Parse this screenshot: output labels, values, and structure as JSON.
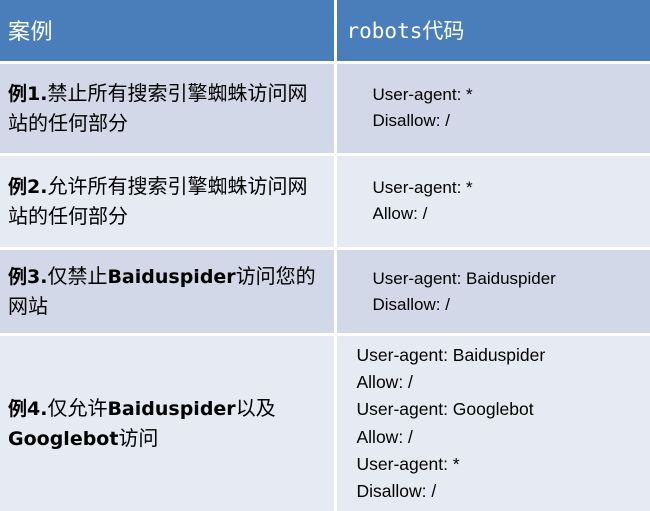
{
  "table": {
    "columns": [
      {
        "key": "case",
        "label": "案例"
      },
      {
        "key": "code",
        "label": "robots代码"
      }
    ],
    "rows": [
      {
        "index_label": "例1.",
        "case_text": "禁止所有搜索引擎蜘蛛访问网站的任何部分",
        "code_text": "User-agent: *\nDisallow: /",
        "shade": "dark"
      },
      {
        "index_label": "例2.",
        "case_text": "允许所有搜索引擎蜘蛛访问网站的任何部分",
        "code_text": "User-agent: *\nAllow: /",
        "shade": "light"
      },
      {
        "index_label": "例3.",
        "case_text": "仅禁止Baiduspider访问您的网站",
        "case_bold": "Baiduspider",
        "code_text": "User-agent: Baiduspider\nDisallow: /",
        "shade": "dark"
      },
      {
        "index_label": "例4.",
        "case_text": "仅允许Baiduspider以及Googlebot访问",
        "code_text": "User-agent: Baiduspider\nAllow: /\nUser-agent: Googlebot\nAllow: /\nUser-agent: *\nDisallow: /",
        "shade": "light"
      }
    ],
    "row_parts": {
      "r1_prefix": "例1.",
      "r1_rest": "禁止所有搜索引擎蜘蛛访问网站的任何部分",
      "r2_prefix": "例2.",
      "r2_rest": "允许所有搜索引擎蜘蛛访问网站的任何部分",
      "r3_prefix": "例3.",
      "r3_mid": "仅禁止",
      "r3_bold": "Baiduspider",
      "r3_tail": "访问您的网站",
      "r4_prefix": "例4.",
      "r4_mid": "仅允许",
      "r4_bold1": "Baiduspider",
      "r4_mid2": "以及",
      "r4_bold2": "Googlebot",
      "r4_tail": "访问"
    }
  },
  "colors": {
    "header_bg": "#4a7ebb",
    "header_text": "#ffffff",
    "row_dark_bg": "#d2d8e8",
    "row_light_bg": "#e6eaf2",
    "grid_line": "#ffffff",
    "body_text": "#000000"
  }
}
